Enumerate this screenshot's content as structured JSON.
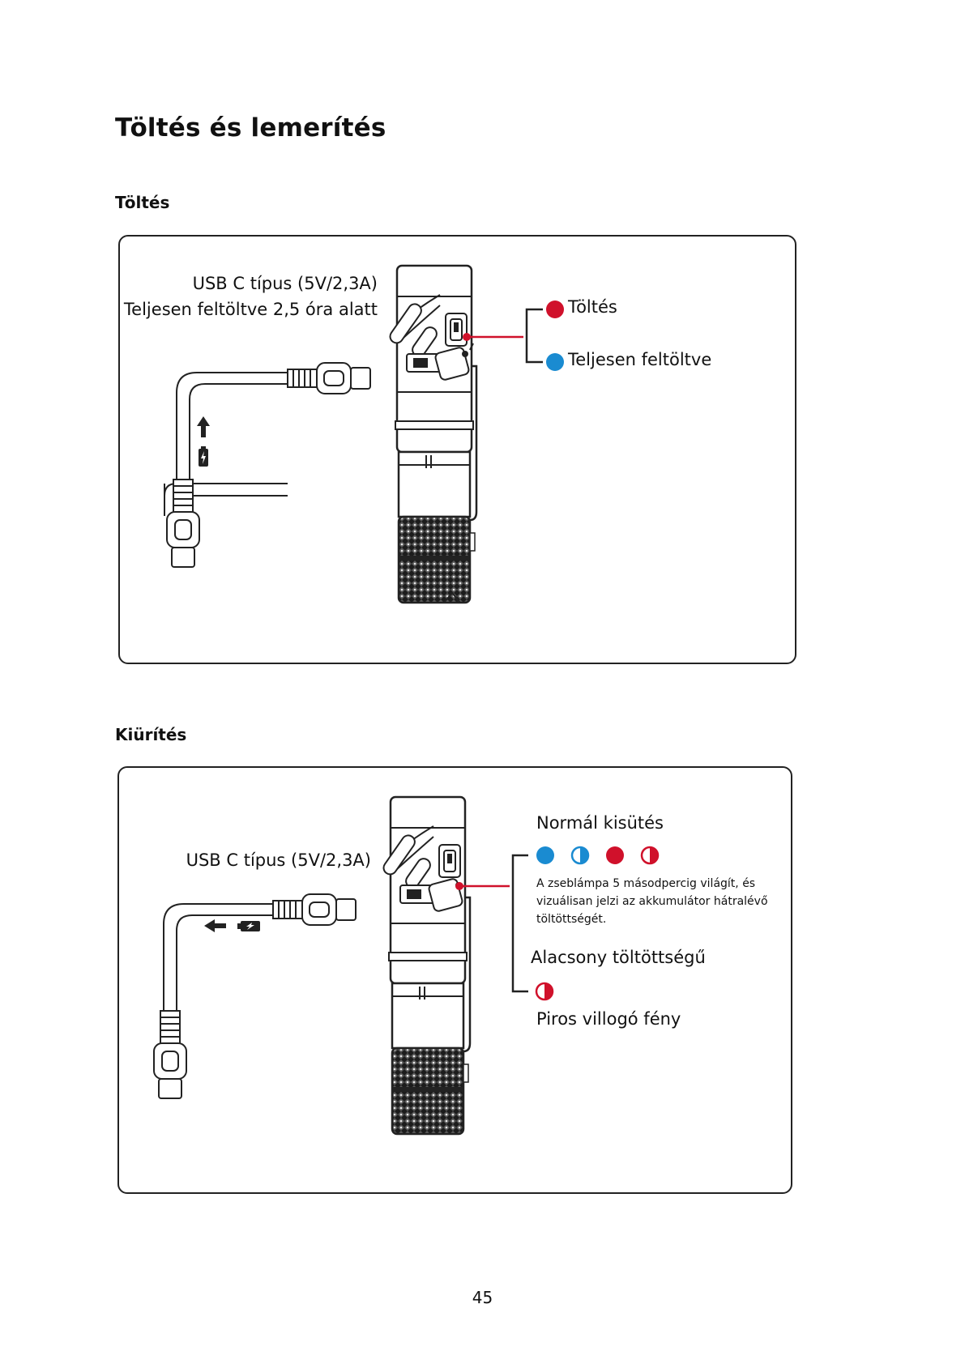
{
  "page": {
    "title": "Töltés és lemerítés",
    "page_number": "45"
  },
  "charging": {
    "heading": "Töltés",
    "usb_label": "USB C típus (5V/2,3A)",
    "time_label": "Teljesen feltöltve 2,5 óra alatt",
    "indicator_charging": "Töltés",
    "indicator_full": "Teljesen feltöltve",
    "colors": {
      "charging": "#d0112b",
      "full": "#1a8bd1"
    }
  },
  "discharging": {
    "heading": "Kiürítés",
    "usb_label": "USB C típus (5V/2,3A)",
    "normal_title": "Normál kisütés",
    "normal_description": "A zseblámpa 5 másodpercig világít, és vizuálisan jelzi az akkumulátor hátralévő töltöttségét.",
    "low_title": "Alacsony töltöttségű",
    "low_description": "Piros villogó fény",
    "normal_indicators": [
      "blue-full",
      "blue-half",
      "red-full",
      "red-half"
    ],
    "low_indicators": [
      "red-half"
    ],
    "colors": {
      "red": "#d0112b",
      "blue": "#1a8bd1"
    }
  }
}
